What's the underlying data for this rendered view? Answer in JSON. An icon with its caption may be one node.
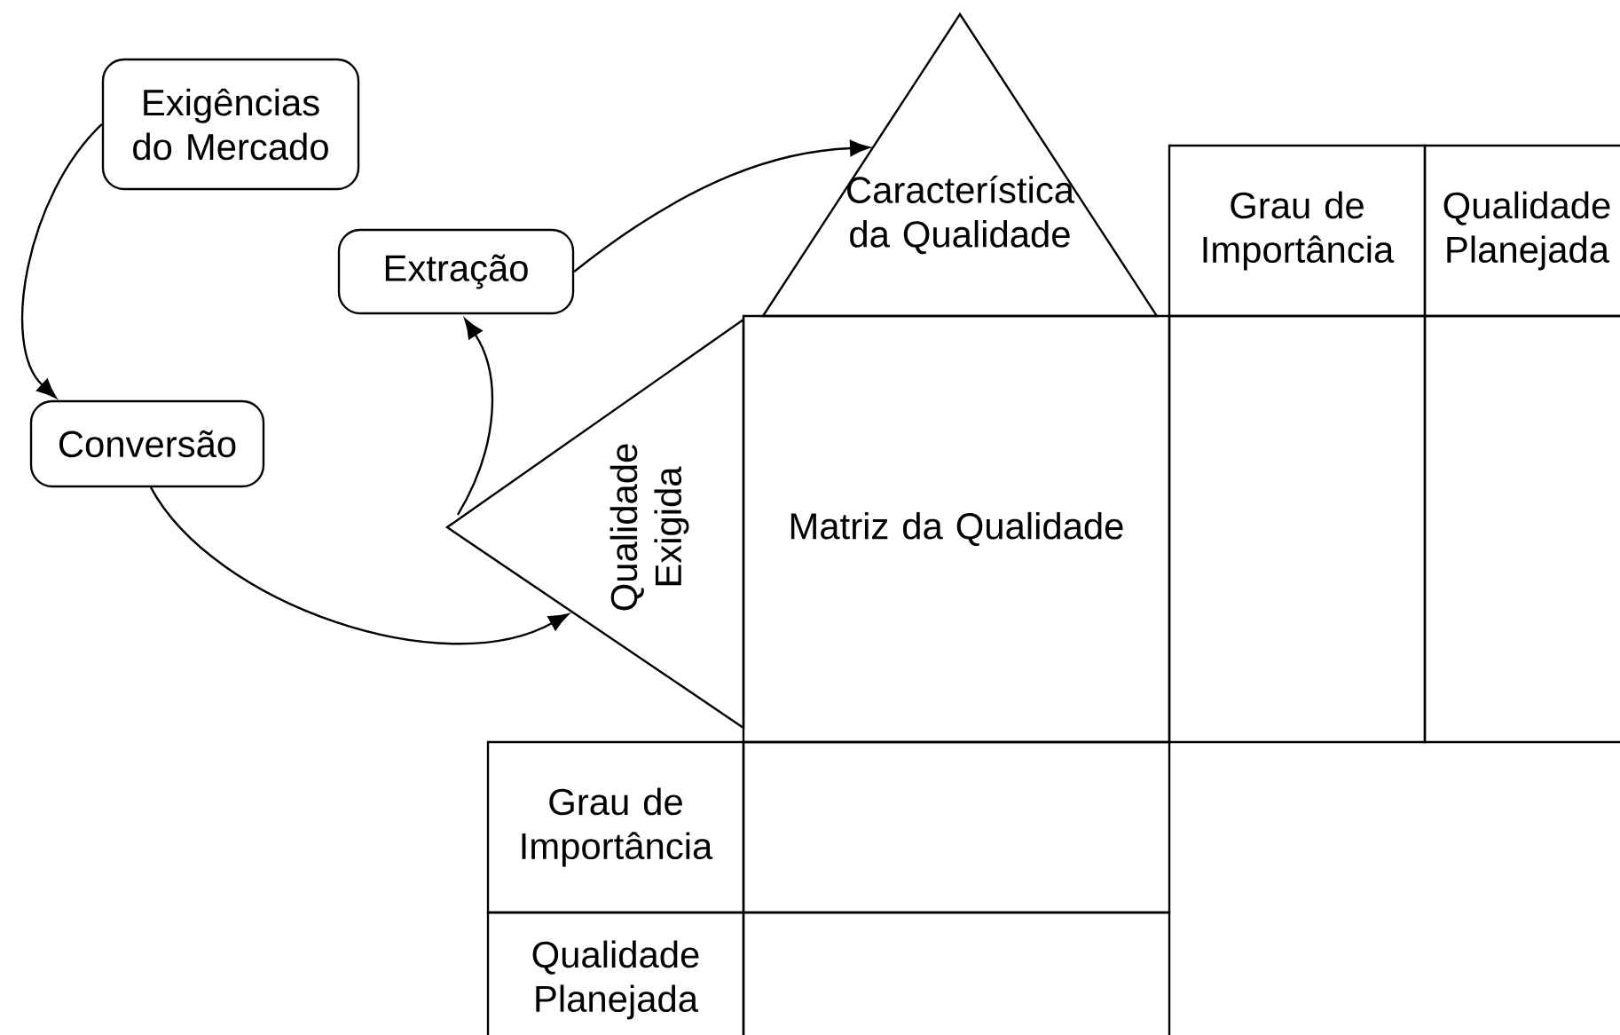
{
  "diagram": {
    "nodes": [
      {
        "text": [
          "Exigências do Mercado"
        ]
      },
      {
        "text": [
          "Característica da Qualidade"
        ]
      },
      {
        "text": [
          "Grau de Importância"
        ]
      },
      {
        "text": [
          "Qualidade Planejada"
        ]
      },
      {
        "text": [
          "Extração"
        ]
      },
      {
        "text": [
          "Conversão"
        ]
      },
      {
        "text": [
          "Qualidade Exigida"
        ]
      },
      {
        "text": [
          "Matriz da Qualidade"
        ]
      },
      {
        "text": [],
        "shape": "box"
      },
      {
        "text": [],
        "shape": "box"
      },
      {
        "text": [
          "Grau de Importância"
        ]
      },
      {
        "text": [],
        "shape": "box"
      },
      {
        "text": [
          "Qualidade Planejada"
        ]
      },
      {
        "text": [],
        "shape": "box"
      }
    ],
    "edges": [
      {
        "from": 0,
        "to": 5,
        "arrow": "to"
      },
      {
        "from": 5,
        "to": 6,
        "arrow": "to"
      },
      {
        "from": 6,
        "to": 4,
        "arrow": "to"
      },
      {
        "from": 4,
        "to": 1,
        "arrow": "to"
      }
    ]
  }
}
